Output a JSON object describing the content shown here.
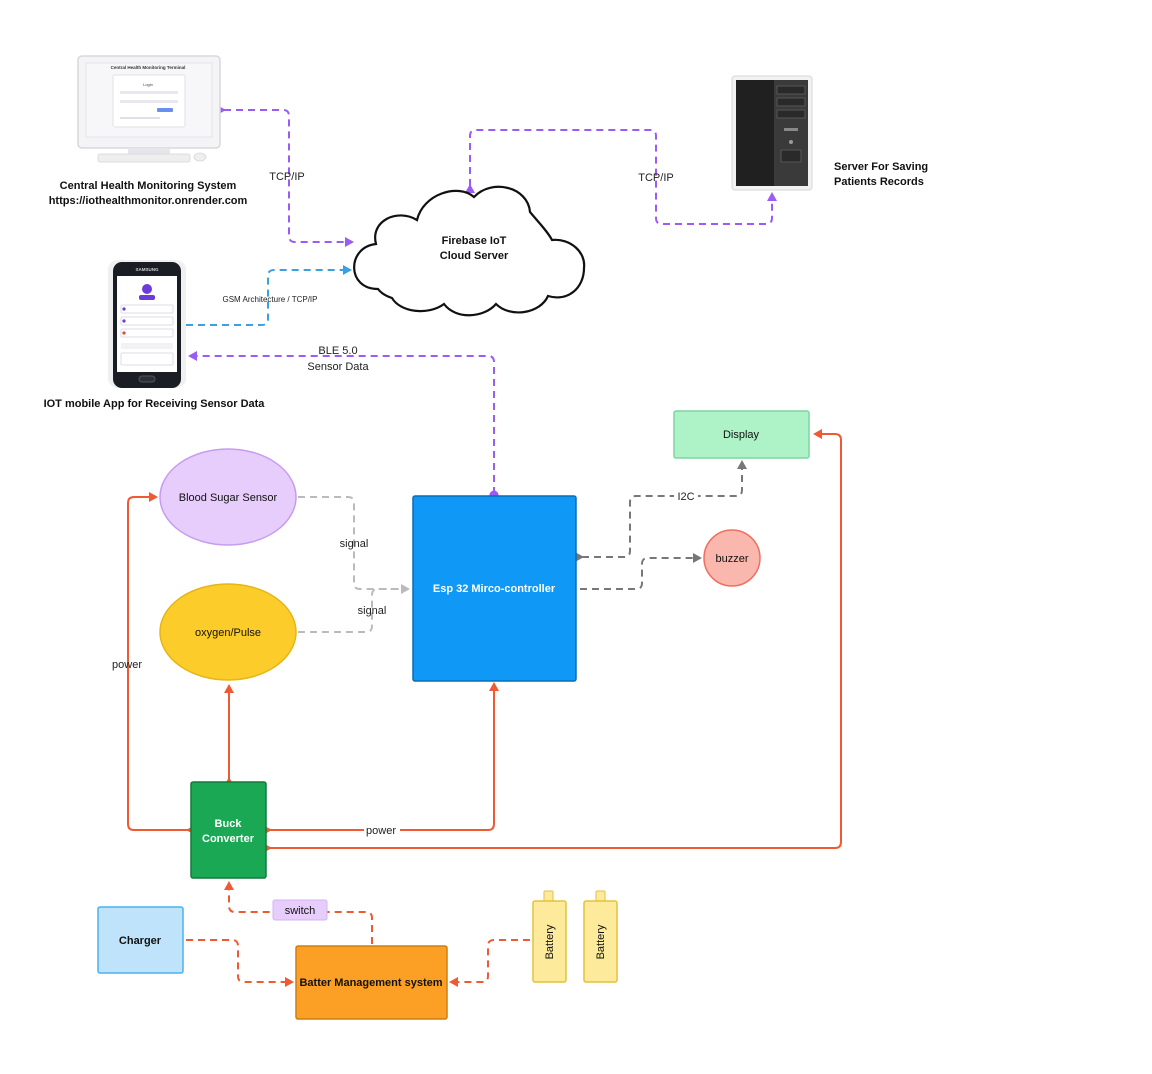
{
  "desktop": {
    "screen_title": "Central Health Monitoring Terminal",
    "screen_login": "Login",
    "caption_line1": "Central Health Monitoring System",
    "caption_line2": "https://iothealthmonitor.onrender.com"
  },
  "server": {
    "caption_line1": "Server For Saving",
    "caption_line2": "Patients Records"
  },
  "cloud": {
    "line1": "Firebase IoT",
    "line2": "Cloud Server"
  },
  "phone": {
    "brand": "SAMSUNG",
    "caption": "IOT mobile App for Receiving Sensor Data"
  },
  "links": {
    "desktop_cloud": "TCP/IP",
    "cloud_server": "TCP/IP",
    "phone_cloud": "GSM Architecture / TCP/IP",
    "ble_line1": "BLE 5.0",
    "ble_line2": "Sensor Data",
    "signal_blood": "signal",
    "signal_oxygen": "signal",
    "i2c": "I2C",
    "power_left": "power",
    "power_esp": "power",
    "switch": "switch"
  },
  "blocks": {
    "display": "Display",
    "blood_sugar": "Blood Sugar Sensor",
    "oxygen": "oxygen/Pulse",
    "esp32": "Esp 32 Mirco-controller",
    "buzzer": "buzzer",
    "buck_line1": "Buck",
    "buck_line2": "Converter",
    "charger": "Charger",
    "bms": "Batter Management system",
    "battery1": "Battery",
    "battery2": "Battery"
  },
  "colors": {
    "purple_link": "#9b5cf6",
    "blue_link": "#3aa0e0",
    "gray_link": "#9a9a9a",
    "red_power": "#ef5a32",
    "esp_fill": "#0f98f5",
    "display_fill": "#aef2c8",
    "blood_fill": "#e7cdfb",
    "oxygen_fill": "#fccc2a",
    "buzzer_fill": "#f9b7ae",
    "buck_fill": "#1aa855",
    "charger_fill": "#bfe3fb",
    "bms_fill": "#fba025",
    "battery_fill": "#fdeb9b"
  }
}
